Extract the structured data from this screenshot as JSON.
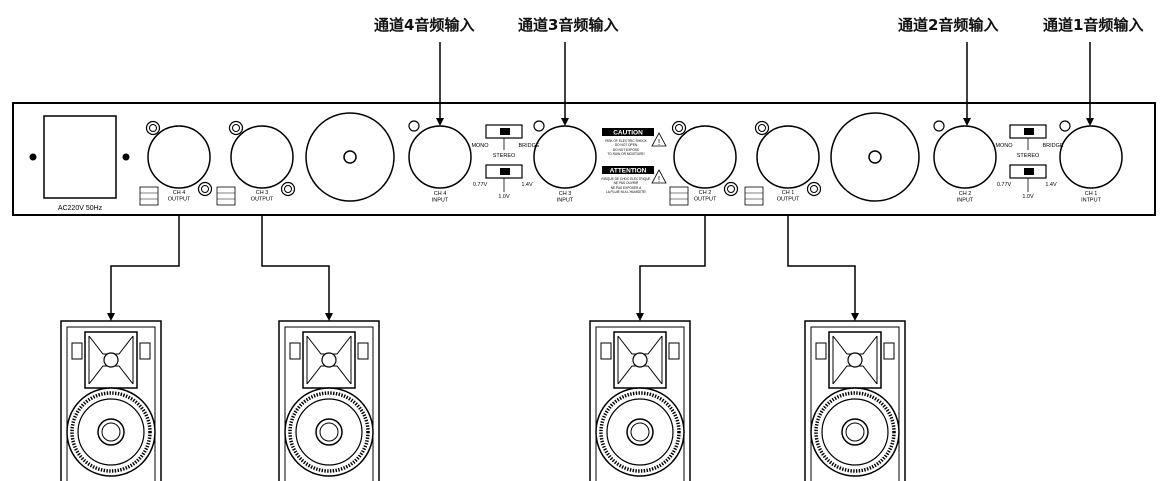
{
  "inputs": [
    {
      "label": "通道4音频输入"
    },
    {
      "label": "通道3音频输入"
    },
    {
      "label": "通道2音频输入"
    },
    {
      "label": "通道1音频输入"
    }
  ],
  "panel": {
    "power_label": "AC220V 50Hz",
    "channels": [
      {
        "output": "CH 4\nOUTPUT",
        "input": "CH 4\nINPUT"
      },
      {
        "output": "CH 3\nOUTPUT",
        "input": "CH 3\nINPUT"
      },
      {
        "output": "CH 2\nOUTPUT",
        "input": "CH 2\nINPUT"
      },
      {
        "output": "CH 1\nOUTPUT",
        "input": "CH 1\nINTPUT"
      }
    ],
    "switch_labels": {
      "mono": "MONO",
      "bridge": "BRIDGE",
      "stereo": "STEREO",
      "v077": "0.77V",
      "v10": "1.0V",
      "v14": "1.4V"
    },
    "caution": {
      "title": "CAUTION",
      "line1": "RISK OF ELECTRIC SHOCK",
      "line2": "DO NOT OPEN",
      "line3": "DO NOT EXPOSE",
      "line4": "TO RAIN OR MOISTURE!",
      "title2": "ATTENTION",
      "line5": "RISQUE DE CHOC ELECTRIQUE",
      "line6": "NE PAS OUVRIR",
      "line7": "NE PAS EXPOSER A",
      "line8": "LA PLUIE NI A L'HUMIDITE!"
    }
  },
  "speaker_count": 4
}
